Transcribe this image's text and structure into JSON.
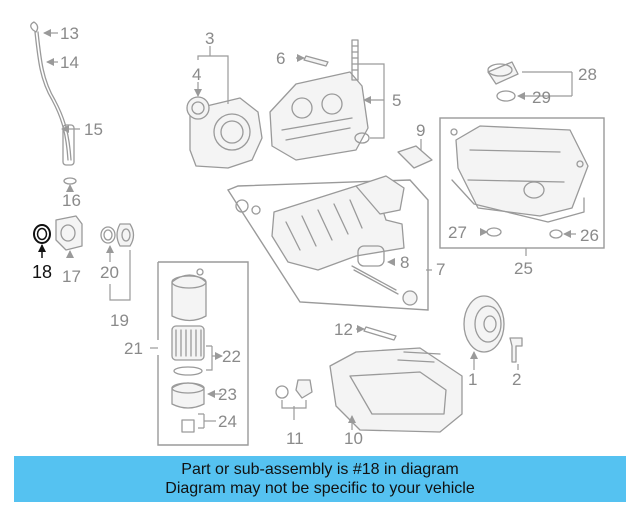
{
  "diagram": {
    "highlighted_part": "18",
    "callouts": [
      "1",
      "2",
      "3",
      "4",
      "5",
      "6",
      "7",
      "8",
      "9",
      "10",
      "11",
      "12",
      "13",
      "14",
      "15",
      "16",
      "17",
      "18",
      "19",
      "20",
      "21",
      "22",
      "23",
      "24",
      "25",
      "26",
      "27",
      "28",
      "29"
    ],
    "colors": {
      "line": "#9a9a9a",
      "highlight": "#111111",
      "banner": "#55c2f1"
    }
  },
  "banner": {
    "line1": "Part or sub-assembly is #18 in diagram",
    "line2": "Diagram may not be specific to your vehicle"
  }
}
